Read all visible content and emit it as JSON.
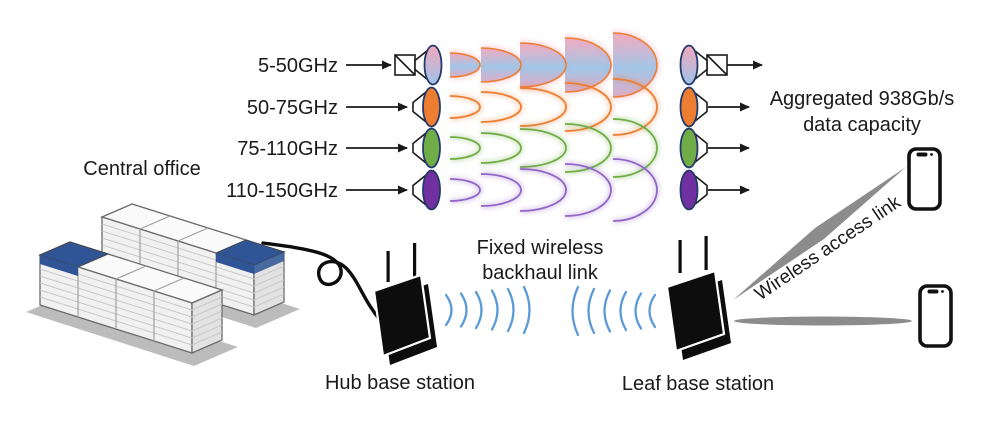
{
  "figure": {
    "central_office": "Central office",
    "hub_station": "Hub base station",
    "leaf_station": "Leaf base station",
    "backhaul_line1": "Fixed wireless",
    "backhaul_line2": "backhaul link",
    "aggregated_line1": "Aggregated 938Gb/s",
    "aggregated_line2": "data capacity",
    "access_link": "Wireless access link"
  },
  "frequency_bands": [
    {
      "label": "5-50GHz",
      "outline": "#ED7D31",
      "fill_top": "#F2A8BD",
      "fill_bottom": "#9DC3E6",
      "glow": "#F2A0B5"
    },
    {
      "label": "50-75GHz",
      "color": "#ED7D31",
      "horn_color": "#ED7D31"
    },
    {
      "label": "75-110GHz",
      "color": "#70AD47",
      "horn_color": "#70AD47"
    },
    {
      "label": "110-150GHz",
      "color": "#9166C6",
      "horn_color": "#7030A0"
    }
  ],
  "icons": {
    "horn_antenna": "horn-antenna-icon",
    "base_station": "base-station-icon",
    "smartphone": "smartphone-icon",
    "server_rack": "server-rack-icon",
    "fiber_cable": "fiber-cable-icon",
    "wifi_waves": "wifi-waves-icon",
    "arrow": "arrow-icon"
  },
  "colors": {
    "wifi_wave": "#5B9BD5",
    "beam_gray": "#8C8C8C",
    "rack_blue": "#2F5597",
    "antenna_outline": "#24396B",
    "arrow": "#1A1A1A",
    "text": "#1A1A1A",
    "shadow_gray": "#B0B0B0"
  }
}
